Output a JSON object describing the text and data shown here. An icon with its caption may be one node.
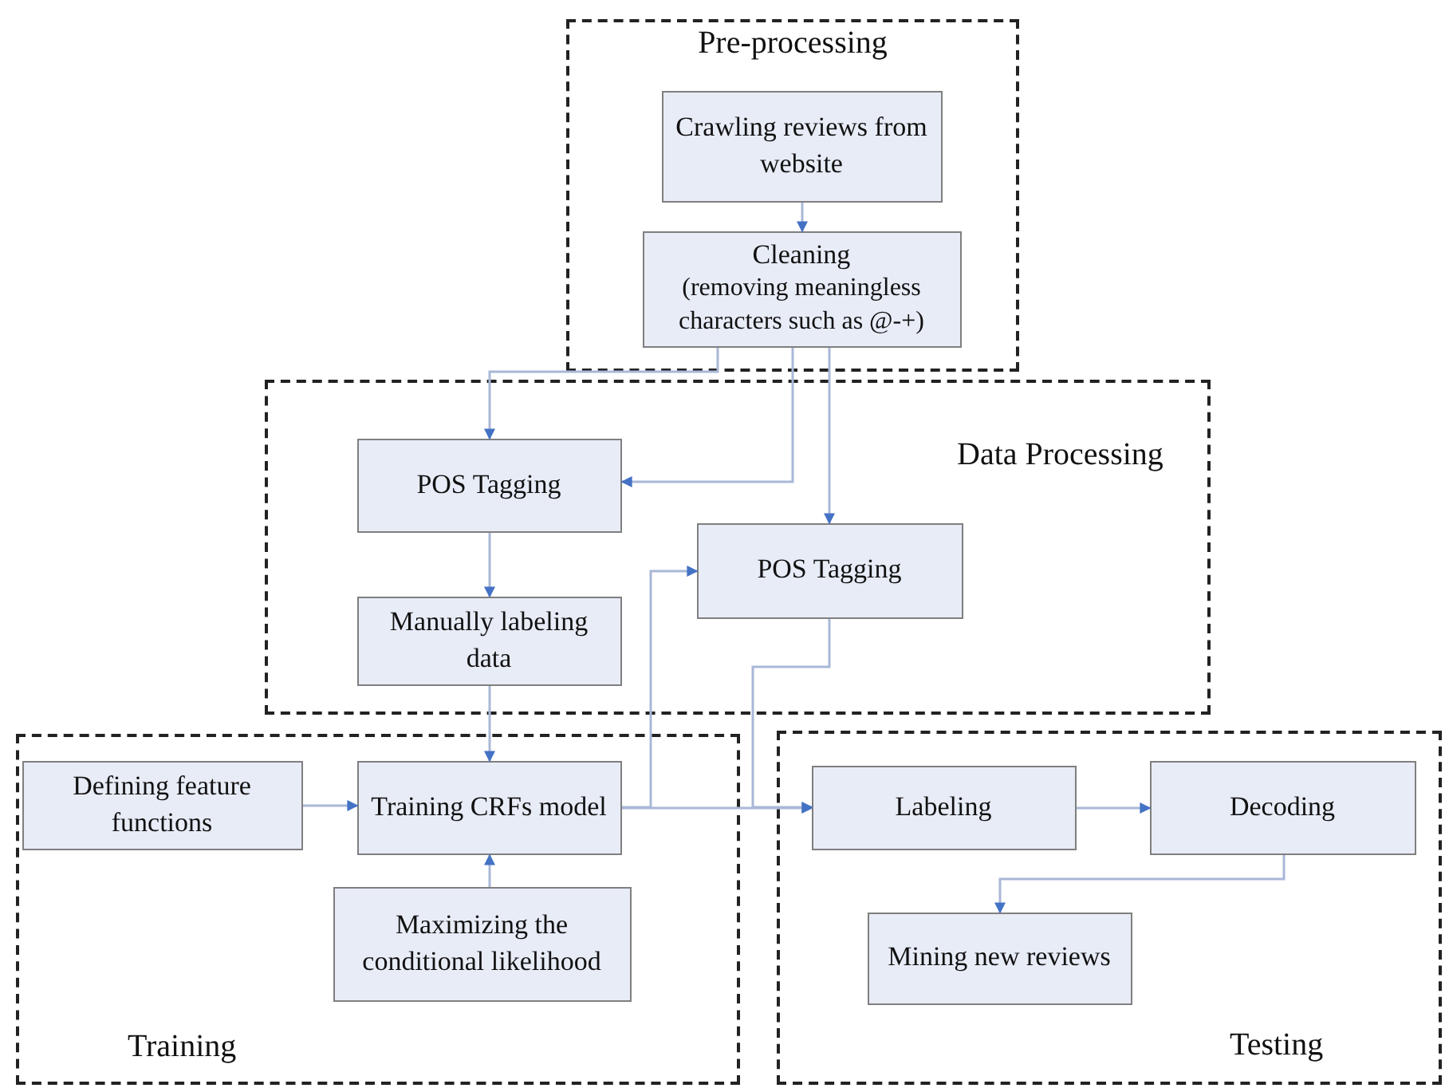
{
  "diagram": {
    "nodes": [
      {
        "text": [
          "Pre-processing"
        ]
      },
      {
        "text": [
          "Crawling reviews from website"
        ],
        "in": 0
      },
      {
        "text": [
          "Cleaning",
          "(removing meaningless characters such as @-+)"
        ],
        "in": 0
      },
      {
        "text": [
          "Data Processing"
        ]
      },
      {
        "text": [
          "POS Tagging"
        ],
        "in": 3
      },
      {
        "text": [
          "POS Tagging"
        ],
        "in": 3
      },
      {
        "text": [
          "Manually labeling data"
        ],
        "in": 3
      },
      {
        "text": [
          "Training"
        ]
      },
      {
        "text": [
          "Defining feature functions"
        ],
        "in": 7
      },
      {
        "text": [
          "Training CRFs model"
        ],
        "in": 7
      },
      {
        "text": [
          "Maximizing the conditional likelihood"
        ],
        "in": 7
      },
      {
        "text": [
          "Testing"
        ]
      },
      {
        "text": [
          "Labeling"
        ],
        "in": 11
      },
      {
        "text": [
          "Decoding"
        ],
        "in": 11
      },
      {
        "text": [
          "Mining new reviews"
        ],
        "in": 11
      }
    ],
    "edges": [
      {
        "from": 1,
        "to": 2,
        "arrow": "to"
      },
      {
        "from": 2,
        "to": 4,
        "arrow": "to"
      },
      {
        "from": 2,
        "to": 4,
        "arrow": "to"
      },
      {
        "from": 2,
        "to": 5,
        "arrow": "to"
      },
      {
        "from": 4,
        "to": 6,
        "arrow": "to"
      },
      {
        "from": 6,
        "to": 9,
        "arrow": "to"
      },
      {
        "from": 8,
        "to": 9,
        "arrow": "to"
      },
      {
        "from": 10,
        "to": 9,
        "arrow": "to"
      },
      {
        "from": 9,
        "to": 5,
        "arrow": "to"
      },
      {
        "from": 9,
        "to": 12,
        "arrow": "to"
      },
      {
        "from": 5,
        "to": 12,
        "arrow": "to"
      },
      {
        "from": 12,
        "to": 13,
        "arrow": "to"
      },
      {
        "from": 13,
        "to": 14,
        "arrow": "to"
      }
    ]
  }
}
